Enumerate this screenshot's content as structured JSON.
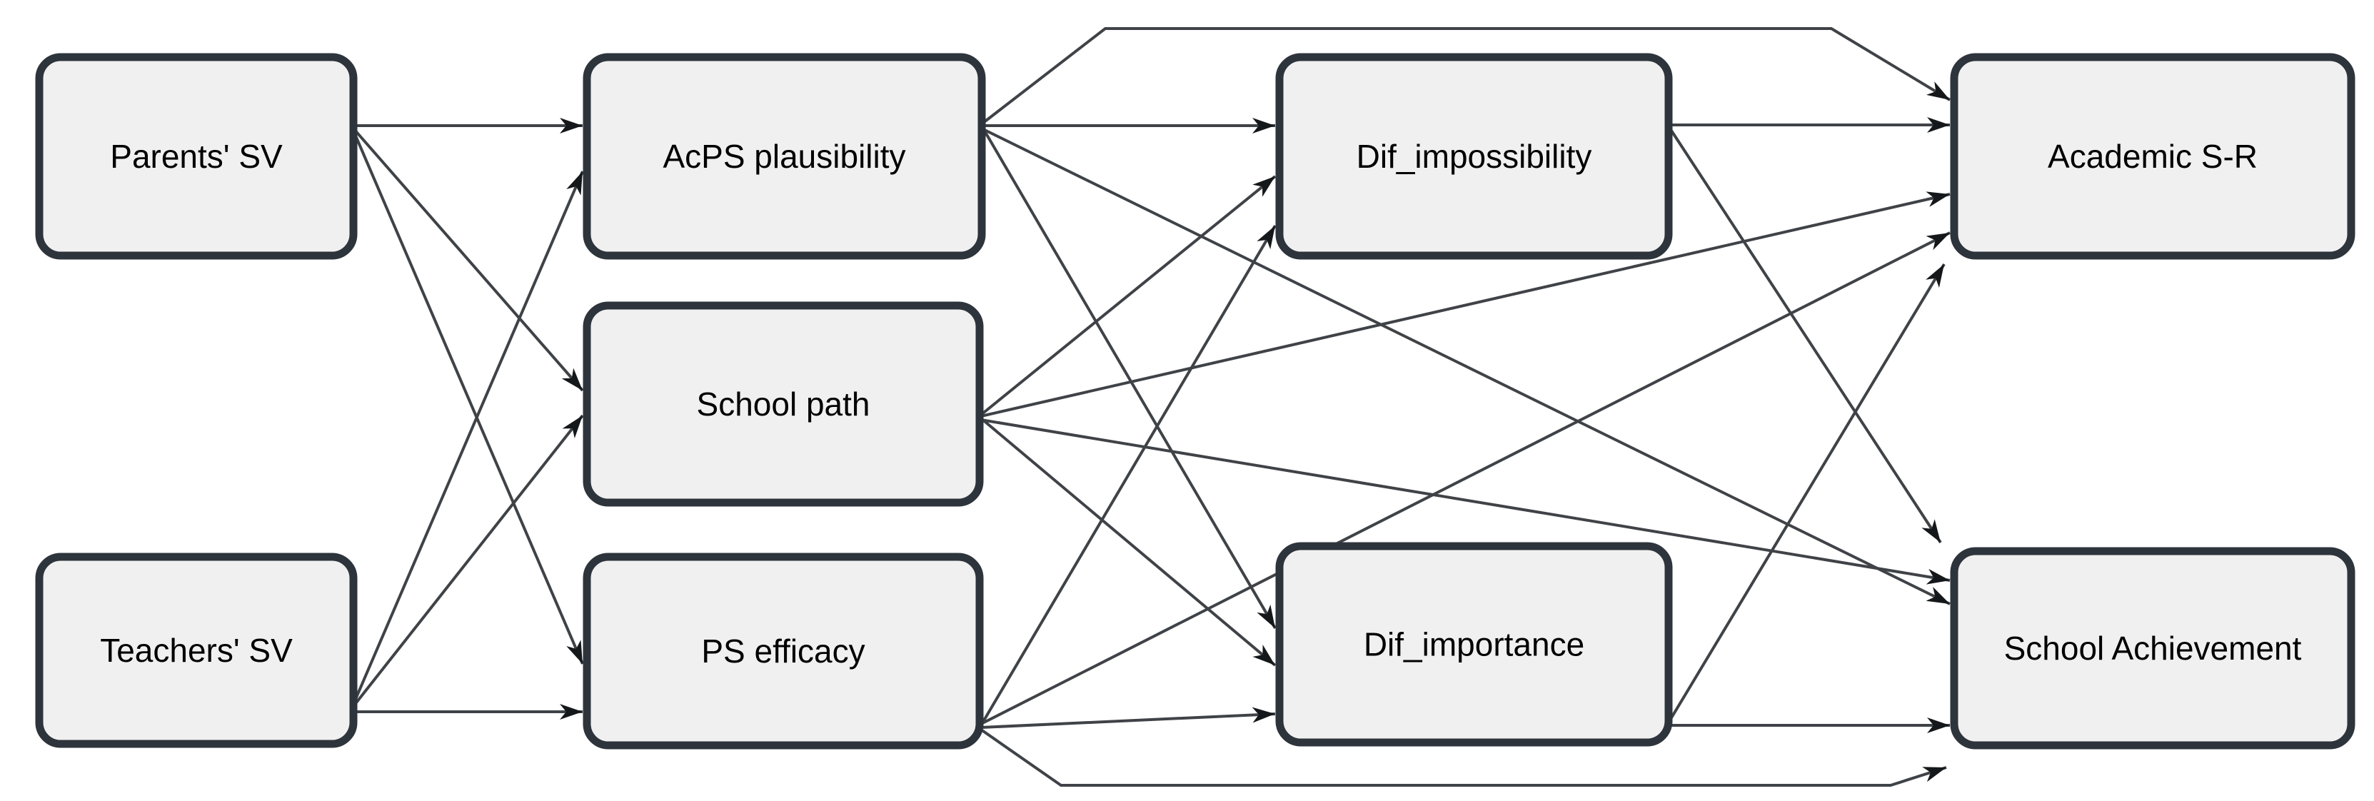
{
  "diagram": {
    "type": "path-model",
    "nodes": [
      {
        "id": "parents_sv",
        "label": "Parents' SV"
      },
      {
        "id": "teachers_sv",
        "label": "Teachers' SV"
      },
      {
        "id": "acps_plausibility",
        "label": "AcPS plausibility"
      },
      {
        "id": "school_path",
        "label": "School path"
      },
      {
        "id": "ps_efficacy",
        "label": "PS efficacy"
      },
      {
        "id": "dif_impossibility",
        "label": "Dif_impossibility"
      },
      {
        "id": "dif_importance",
        "label": "Dif_importance"
      },
      {
        "id": "academic_sr",
        "label": "Academic S-R"
      },
      {
        "id": "school_achievement",
        "label": "School Achievement"
      }
    ],
    "edges": [
      {
        "from": "parents_sv",
        "to": "acps_plausibility"
      },
      {
        "from": "parents_sv",
        "to": "school_path"
      },
      {
        "from": "parents_sv",
        "to": "ps_efficacy"
      },
      {
        "from": "teachers_sv",
        "to": "acps_plausibility"
      },
      {
        "from": "teachers_sv",
        "to": "school_path"
      },
      {
        "from": "teachers_sv",
        "to": "ps_efficacy"
      },
      {
        "from": "acps_plausibility",
        "to": "dif_impossibility"
      },
      {
        "from": "school_path",
        "to": "dif_impossibility"
      },
      {
        "from": "ps_efficacy",
        "to": "dif_impossibility"
      },
      {
        "from": "acps_plausibility",
        "to": "dif_importance"
      },
      {
        "from": "school_path",
        "to": "dif_importance"
      },
      {
        "from": "ps_efficacy",
        "to": "dif_importance"
      },
      {
        "from": "acps_plausibility",
        "to": "academic_sr"
      },
      {
        "from": "acps_plausibility",
        "to": "school_achievement"
      },
      {
        "from": "school_path",
        "to": "academic_sr"
      },
      {
        "from": "school_path",
        "to": "school_achievement"
      },
      {
        "from": "ps_efficacy",
        "to": "academic_sr"
      },
      {
        "from": "ps_efficacy",
        "to": "school_achievement"
      },
      {
        "from": "dif_impossibility",
        "to": "academic_sr"
      },
      {
        "from": "dif_impossibility",
        "to": "school_achievement"
      },
      {
        "from": "dif_importance",
        "to": "academic_sr"
      },
      {
        "from": "dif_importance",
        "to": "school_achievement"
      }
    ],
    "colors": {
      "background": "#ffffff",
      "node_fill": "#f0f0f0",
      "node_border": "#2e343c",
      "edge_line": "#3f4347",
      "arrowhead": "#15181b",
      "label_text": "#000000"
    }
  }
}
